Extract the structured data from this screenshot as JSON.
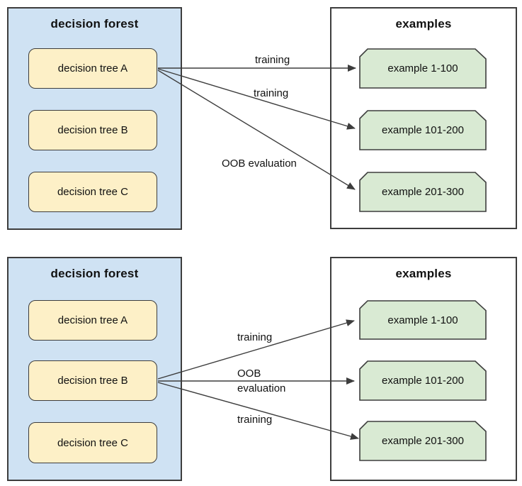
{
  "colors": {
    "forest_fill": "#cfe2f3",
    "tree_fill": "#fdf0c7",
    "example_fill": "#d9ead3",
    "border": "#3d3d3d",
    "arrow": "#3d3d3d"
  },
  "panels": [
    {
      "forest": {
        "title": "decision forest",
        "trees": [
          "decision tree A",
          "decision tree B",
          "decision tree C"
        ]
      },
      "examples": {
        "title": "examples",
        "cards": [
          "example 1-100",
          "example 101-200",
          "example 201-300"
        ]
      },
      "arrows": [
        {
          "from": "decision tree A",
          "to": "example 1-100",
          "lines": [
            "training"
          ]
        },
        {
          "from": "decision tree A",
          "to": "example 101-200",
          "lines": [
            "training"
          ]
        },
        {
          "from": "decision tree A",
          "to": "example 201-300",
          "lines": [
            "OOB evaluation"
          ]
        }
      ]
    },
    {
      "forest": {
        "title": "decision forest",
        "trees": [
          "decision tree A",
          "decision tree B",
          "decision tree C"
        ]
      },
      "examples": {
        "title": "examples",
        "cards": [
          "example 1-100",
          "example 101-200",
          "example 201-300"
        ]
      },
      "arrows": [
        {
          "from": "decision tree B",
          "to": "example 1-100",
          "lines": [
            "training"
          ]
        },
        {
          "from": "decision tree B",
          "to": "example 101-200",
          "lines": [
            "OOB",
            "evaluation"
          ]
        },
        {
          "from": "decision tree B",
          "to": "example 201-300",
          "lines": [
            "training"
          ]
        }
      ]
    }
  ]
}
